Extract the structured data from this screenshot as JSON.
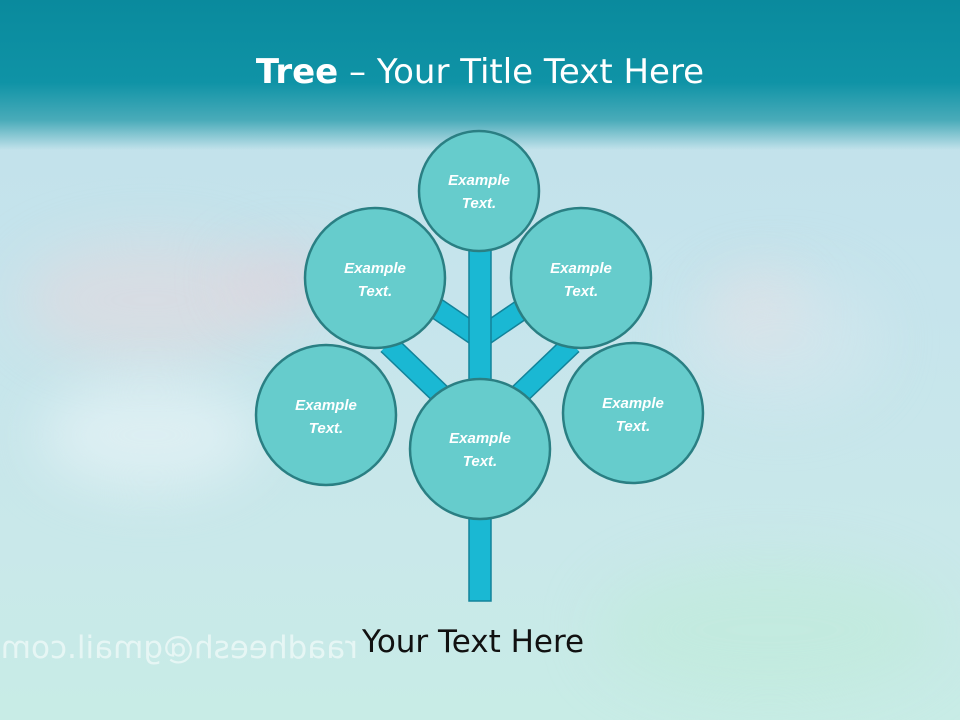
{
  "slide": {
    "title_bold": "Tree",
    "title_rest": " – Your Title Text Here",
    "caption": "Your Text Here",
    "watermark": "raadheesh@gmail.com"
  },
  "diagram": {
    "nodes": [
      {
        "line1": "Example",
        "line2": "Text."
      },
      {
        "line1": "Example",
        "line2": "Text."
      },
      {
        "line1": "Example",
        "line2": "Text."
      },
      {
        "line1": "Example",
        "line2": "Text."
      },
      {
        "line1": "Example",
        "line2": "Text."
      },
      {
        "line1": "Example",
        "line2": "Text."
      }
    ]
  },
  "colors": {
    "header": "#0a8a9d",
    "node_fill": "#66cccc",
    "node_stroke": "#2a7f83",
    "trunk": "#1ab8d3",
    "trunk_stroke": "#12839a"
  }
}
